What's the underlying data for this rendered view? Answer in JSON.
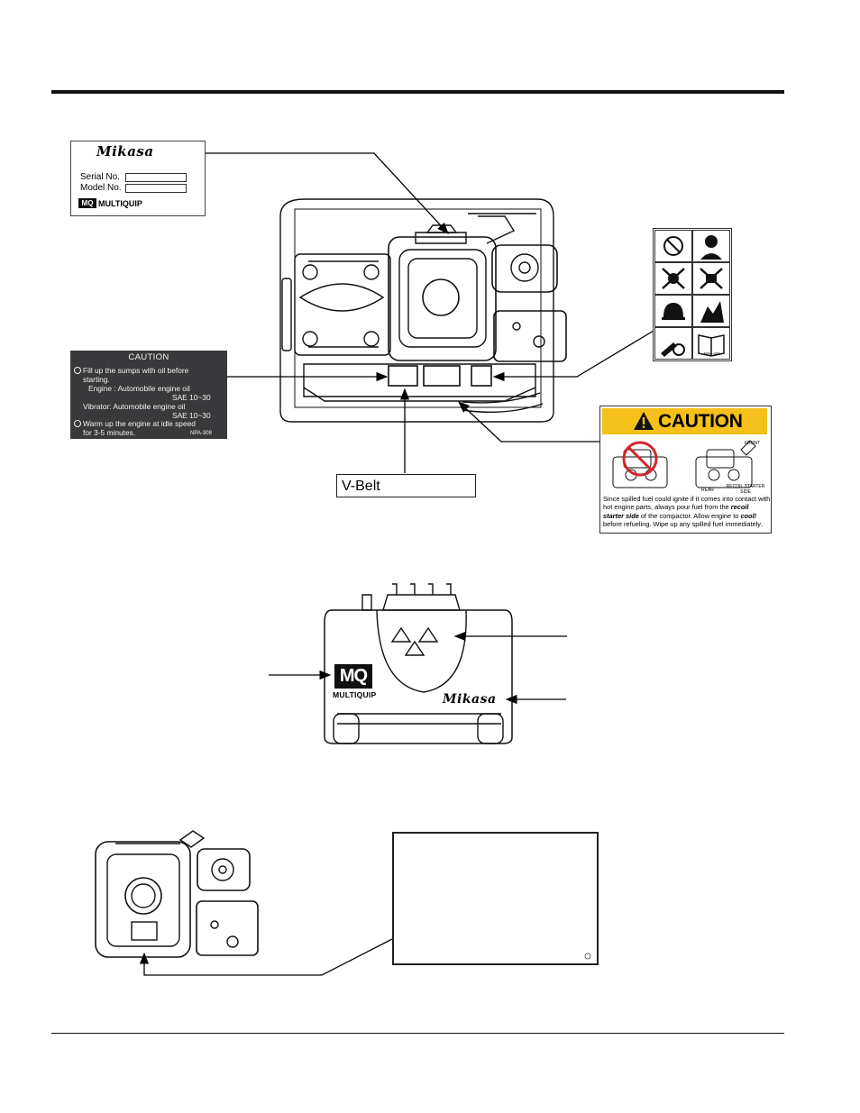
{
  "nameplate": {
    "brand": "Mikasa",
    "serial_label": "Serial No.",
    "model_label": "Model No.",
    "mq_mark": "MQ",
    "mq_text": "MULTIQUIP"
  },
  "oil_decal": {
    "title": "CAUTION",
    "line1": "Fill up the sumps with oil before",
    "line2": "starting.",
    "line3": "Engine  :  Automobile engine oil",
    "line4": "SAE    10~30",
    "line5": "Vibrator:  Automobile engine oil",
    "line6": "SAE    10~30",
    "line7": "Warm up the engine at idle speed",
    "line8": "for 3-5 minutes.",
    "code": "NPA-308"
  },
  "vbelt_label": "V-Belt",
  "picto_code": "NPA-409",
  "fuel_decal": {
    "title": "CAUTION",
    "front": "FRONT",
    "rear": "REAR",
    "recoil_side": "RECOIL STARTER SIDE",
    "text_a": "Since spilled fuel could ignite if it comes into contact with hot engine parts, always pour fuel from the ",
    "text_b": "recoil starter side",
    "text_c": " of the compactor. Allow engine to ",
    "text_d": "cool!",
    "text_e": " before refueling. Wipe up any spilled fuel immediately."
  },
  "lower_logo": {
    "mq_mark": "MQ",
    "mq_text": "MULTIQUIP",
    "brand": "Mikasa"
  }
}
